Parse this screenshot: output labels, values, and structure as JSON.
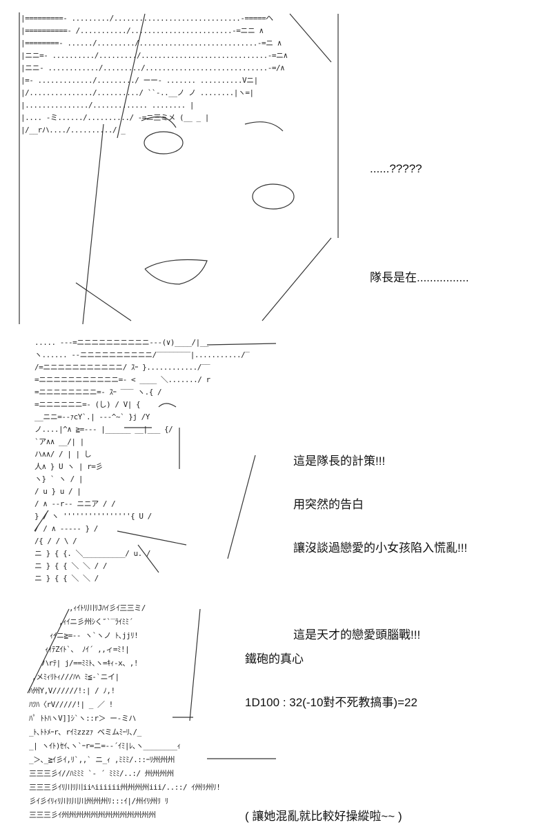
{
  "panels": [
    {
      "lines": [
        "......?????",
        "隊長是在................"
      ]
    },
    {
      "lines": [
        "這是隊長的計策!!!",
        "用突然的告白",
        "讓沒談過戀愛的小女孩陷入慌亂!!!",
        "",
        "這是天才的戀愛頭腦戰!!!"
      ]
    },
    {
      "lines": [
        "鐵砲的真心",
        "1D100 : 32(-10對不死教搞事)=22",
        "( 讓她混亂就比較好操縱啦~~ )"
      ]
    }
  ]
}
